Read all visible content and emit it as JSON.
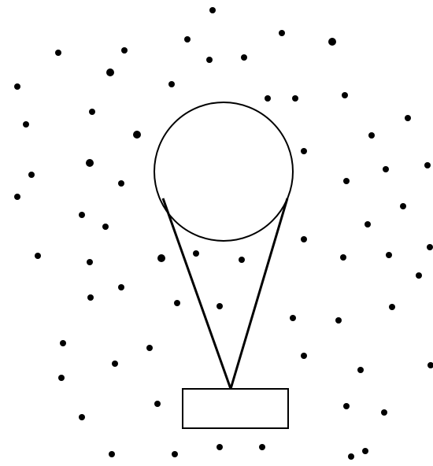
{
  "figure": {
    "background": "#ffffff",
    "ink_color": "#000000",
    "elements": [
      "balloon-circle",
      "left-tether-line",
      "right-tether-line",
      "basket-rectangle",
      "dot-field"
    ]
  }
}
